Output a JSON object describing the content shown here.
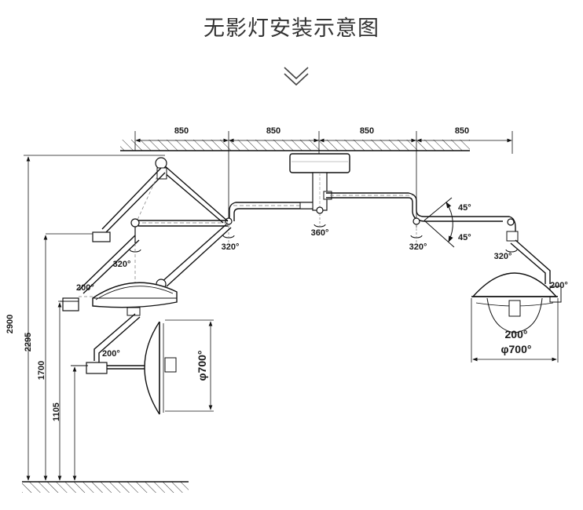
{
  "title": "无影灯安装示意图",
  "icons": {
    "scroll": "double-chevron-down-icon"
  },
  "dimensions": {
    "horizontal": [
      "850",
      "850",
      "850",
      "850"
    ],
    "vertical": [
      "2900",
      "2295",
      "1700",
      "1105"
    ]
  },
  "angles": {
    "center_pivot": "360°",
    "left_pivot_top": "320°",
    "left_pivot_mid": "320°",
    "right_pivot": "320°",
    "right_arm_pivot": "320°",
    "left_lamp_upper": "200°",
    "left_lamp_lower": "200°",
    "right_lamp_side": "200°",
    "right_lamp_bottom": "200°",
    "tilt_up": "45°",
    "tilt_down": "45°"
  },
  "diameters": {
    "left_lamp": "φ700°",
    "right_lamp": "φ700°"
  }
}
